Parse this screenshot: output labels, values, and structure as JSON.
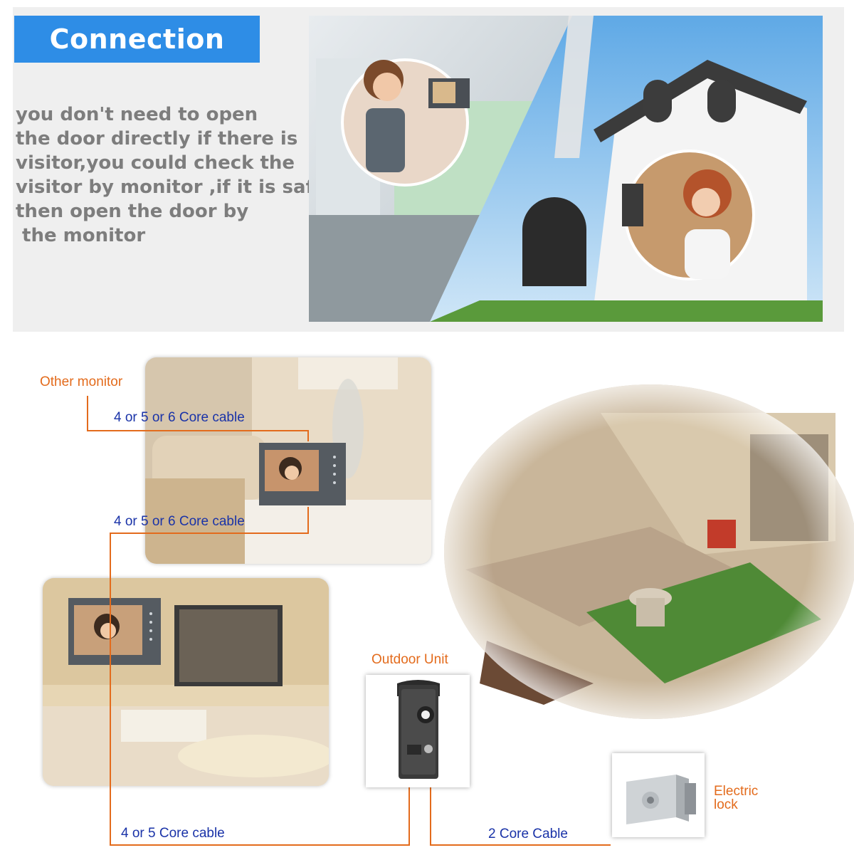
{
  "header": {
    "title": "Connection"
  },
  "intro": {
    "lines": [
      "you don't need to open",
      "the door directly if there is",
      "visitor,you could check the",
      "visitor by monitor ,if it is safe",
      "then open the door by",
      " the monitor"
    ]
  },
  "diagram": {
    "other_monitor_label": "Other monitor",
    "cable_top": "4 or 5 or 6 Core cable",
    "cable_middle": "4 or 5 or 6 Core cable",
    "cable_bottom_left": "4 or 5 Core cable",
    "cable_bottom_right": "2 Core Cable",
    "outdoor_unit_label": "Outdoor Unit",
    "electric_lock_line1": "Electric",
    "electric_lock_line2": "lock"
  },
  "colors": {
    "banner": "#2e8de6",
    "orange_label": "#e36b1c",
    "blue_label": "#1a33a8",
    "intro_text": "#7d7d7d"
  }
}
